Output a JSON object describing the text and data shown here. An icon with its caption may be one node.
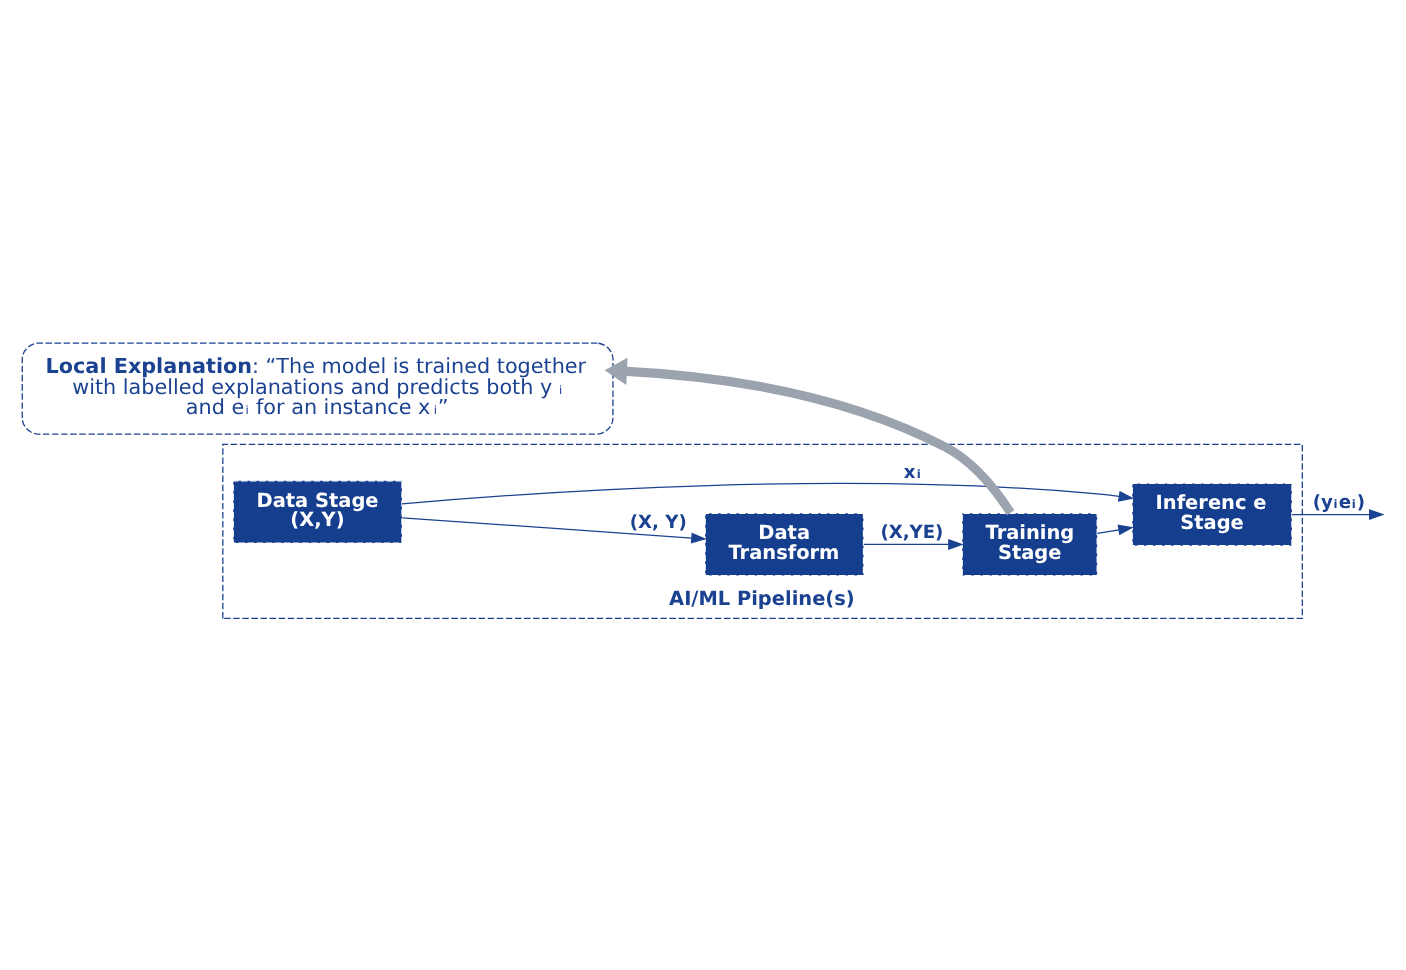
{
  "diagram": {
    "nodes": [
      {
        "text": [
          "**Local Explanation**: “The model is trained together with labelled explanations and predicts both y$_{i}$ and e$_{i}$ for an instance x$_{i}$”"
        ]
      },
      {
        "text": [
          "AI/ML Pipeline(s)"
        ]
      },
      {
        "text": [
          "Data Transform"
        ],
        "in": 1
      },
      {
        "text": [
          "Data Stage (X,Y)"
        ],
        "in": 1
      },
      {
        "text": [
          "Training Stage"
        ],
        "in": 1
      },
      {
        "text": [
          "Inferenc e Stage"
        ],
        "in": 1
      }
    ],
    "edges": [
      {
        "from": 3,
        "to": 2,
        "arrow": "to",
        "label": "(X, Y)"
      },
      {
        "from": 2,
        "to": 4,
        "arrow": "to",
        "label": "(X,YE)"
      },
      {
        "from": 4,
        "to": 5,
        "arrow": "to"
      },
      {
        "from": 5,
        "to": null,
        "arrow": "to",
        "label": "(y$_{i}$e$_{i}$)"
      },
      {
        "from": 3,
        "to": 5,
        "arrow": "to",
        "label": "x$_{i}$"
      },
      {
        "from": 4,
        "to": 0,
        "arrow": "to",
        "style": "thick",
        "color": "#9aa3ae"
      }
    ]
  }
}
